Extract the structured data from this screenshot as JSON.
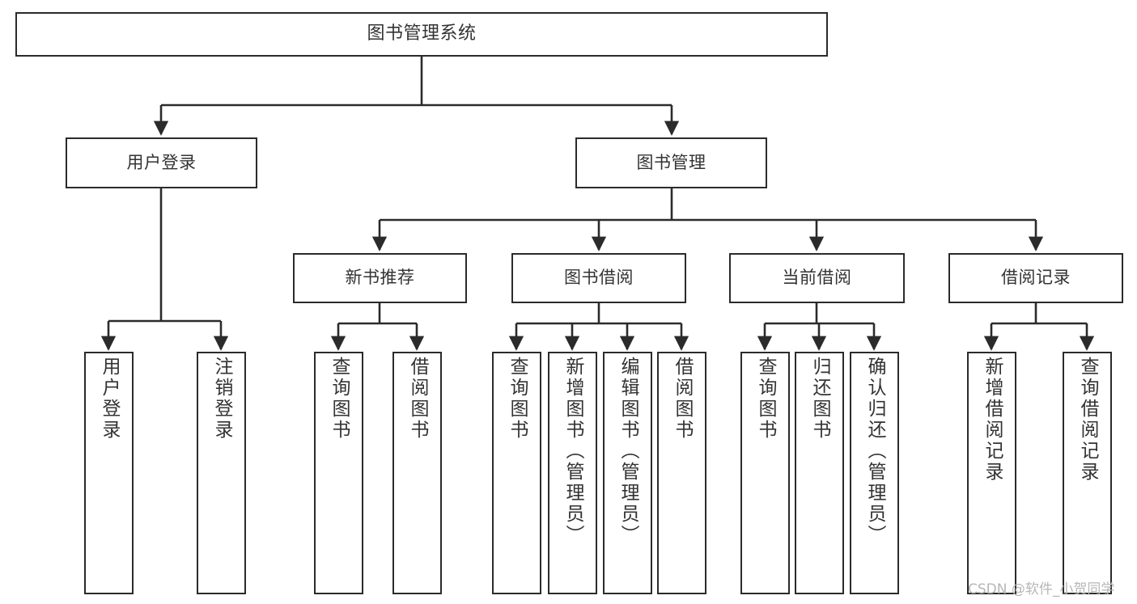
{
  "diagram": {
    "title": "图书管理系统",
    "type": "tree",
    "watermark": "CSDN @软件_小贺同学",
    "stroke_color": "#2b2b2b",
    "text_color": "#333333",
    "background_color": "#ffffff",
    "watermark_color": "#b6b6b6",
    "levels": {
      "root": {
        "label": "图书管理系统"
      },
      "level2": [
        {
          "label": "用户登录"
        },
        {
          "label": "图书管理"
        }
      ],
      "level3": [
        {
          "label": "新书推荐"
        },
        {
          "label": "图书借阅"
        },
        {
          "label": "当前借阅"
        },
        {
          "label": "借阅记录"
        }
      ],
      "leaves": {
        "user_login": [
          {
            "label": "用户登录"
          },
          {
            "label": "注销登录"
          }
        ],
        "new_book_recommend": [
          {
            "label": "查询图书"
          },
          {
            "label": "借阅图书"
          }
        ],
        "book_borrow": [
          {
            "label": "查询图书"
          },
          {
            "label": "新增图书（管理员）"
          },
          {
            "label": "编辑图书（管理员）"
          },
          {
            "label": "借阅图书"
          }
        ],
        "current_borrow": [
          {
            "label": "查询图书"
          },
          {
            "label": "归还图书"
          },
          {
            "label": "确认归还（管理员）"
          }
        ],
        "borrow_record": [
          {
            "label": "新增借阅记录"
          },
          {
            "label": "查询借阅记录"
          }
        ]
      }
    }
  }
}
